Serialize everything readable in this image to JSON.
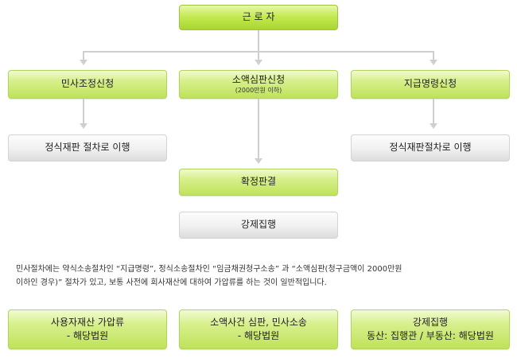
{
  "top": {
    "label": "근 로 자"
  },
  "options": {
    "left": {
      "label": "민사조정신청"
    },
    "center": {
      "label": "소액심판신청",
      "sub": "(2000만원 이하)"
    },
    "right": {
      "label": "지급명령신청"
    }
  },
  "outcomes": {
    "left": {
      "label": "정식재판 절차로 이행"
    },
    "right": {
      "label": "정식재판절차로 이행"
    }
  },
  "center_flow": {
    "confirm": {
      "label": "확정판결"
    },
    "enforce": {
      "label": "강제집행"
    }
  },
  "note": {
    "line1": "민사절차에는 약식소송절차인 “지급명령”, 정식소송절차인 “임금채권청구소송” 과 “소액심판(청구금액이 2000만원",
    "line2": "이하인 경우)” 절차가 있고, 보통 사전에 회사재산에 대하여 가압류를 하는 것이 일반적입니다."
  },
  "bottom": {
    "b1": {
      "line1": "사용자재산 가압류",
      "line2": "- 해당법원"
    },
    "b2": {
      "line1": "소액사건 심판, 민사소송",
      "line2": "- 해당법원"
    },
    "b3": {
      "line1": "강제집행",
      "line2": "동산: 집행관 / 부동산: 해당법원"
    }
  }
}
